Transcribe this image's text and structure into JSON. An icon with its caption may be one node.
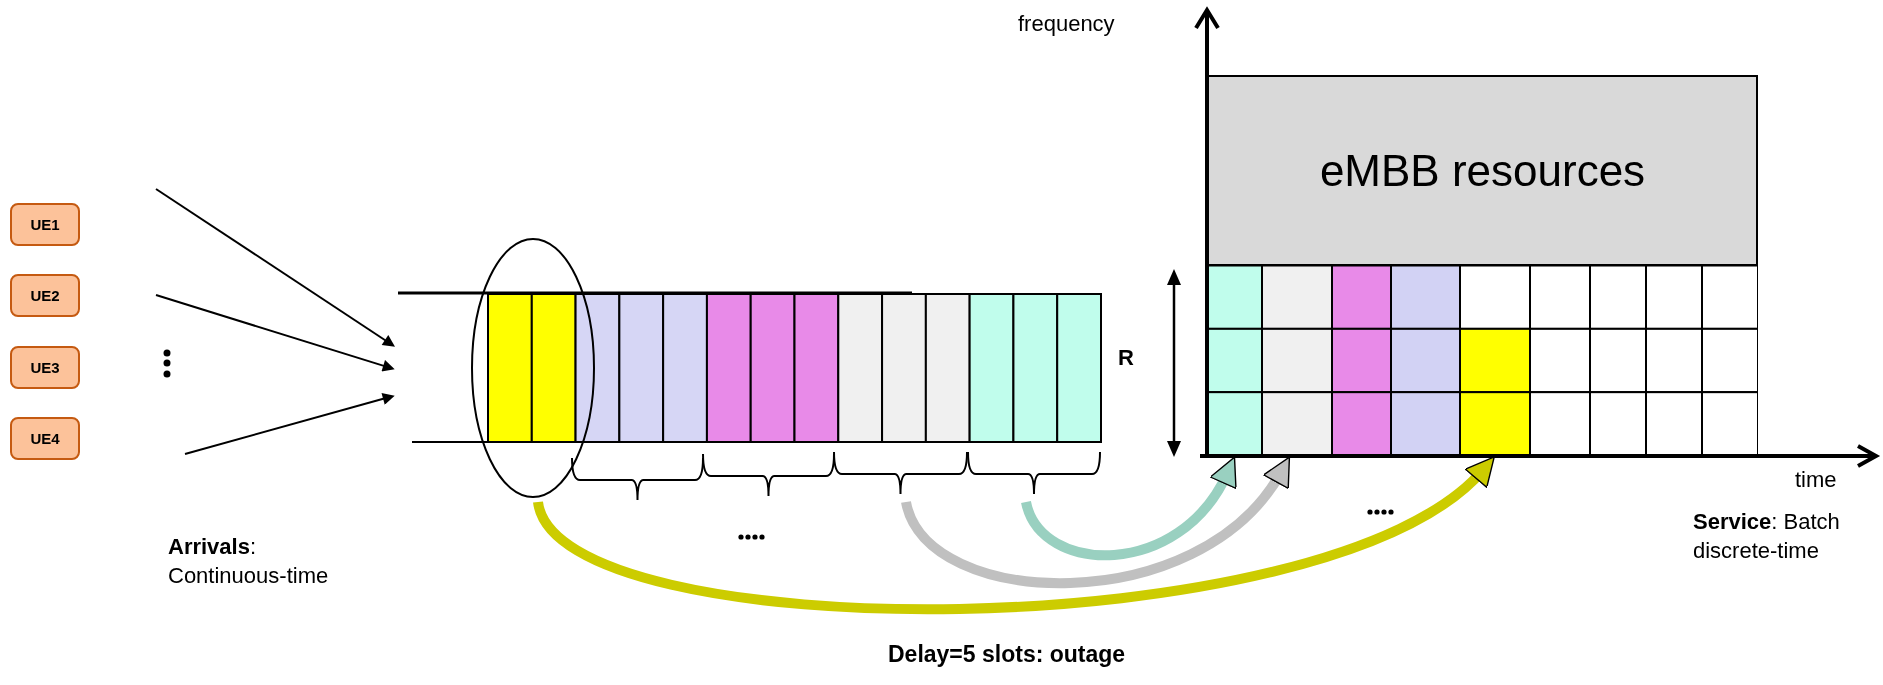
{
  "diagram": {
    "nodes": [
      {
        "text": [
          "UE1"
        ]
      },
      {
        "text": [
          "UE2"
        ]
      },
      {
        "text": [
          "UE3"
        ]
      },
      {
        "text": [
          "UE4"
        ]
      },
      {
        "text": [],
        "shape": "box"
      },
      {
        "text": [
          "eMBB resources"
        ]
      },
      {
        "text": [],
        "shape": "box"
      }
    ],
    "edges": [
      {
        "from": null,
        "to": 4,
        "arrow": "to"
      },
      {
        "from": null,
        "to": 4,
        "arrow": "to"
      },
      {
        "from": null,
        "to": 4,
        "arrow": "to"
      },
      {
        "from": 4,
        "to": 6,
        "arrow": "to",
        "style": "thick",
        "color": "#cccc00"
      },
      {
        "from": 4,
        "to": 6,
        "arrow": "to",
        "style": "thick",
        "color": "#c0c0c0"
      },
      {
        "from": 4,
        "to": 6,
        "arrow": "to",
        "style": "thick",
        "color": "#99d0c0"
      }
    ],
    "labels": [
      "frequency",
      "time",
      "R",
      "**Arrivals**: Continuous-time",
      "**Service**: Batch discrete-time",
      "Delay=5 slots: outage"
    ]
  }
}
